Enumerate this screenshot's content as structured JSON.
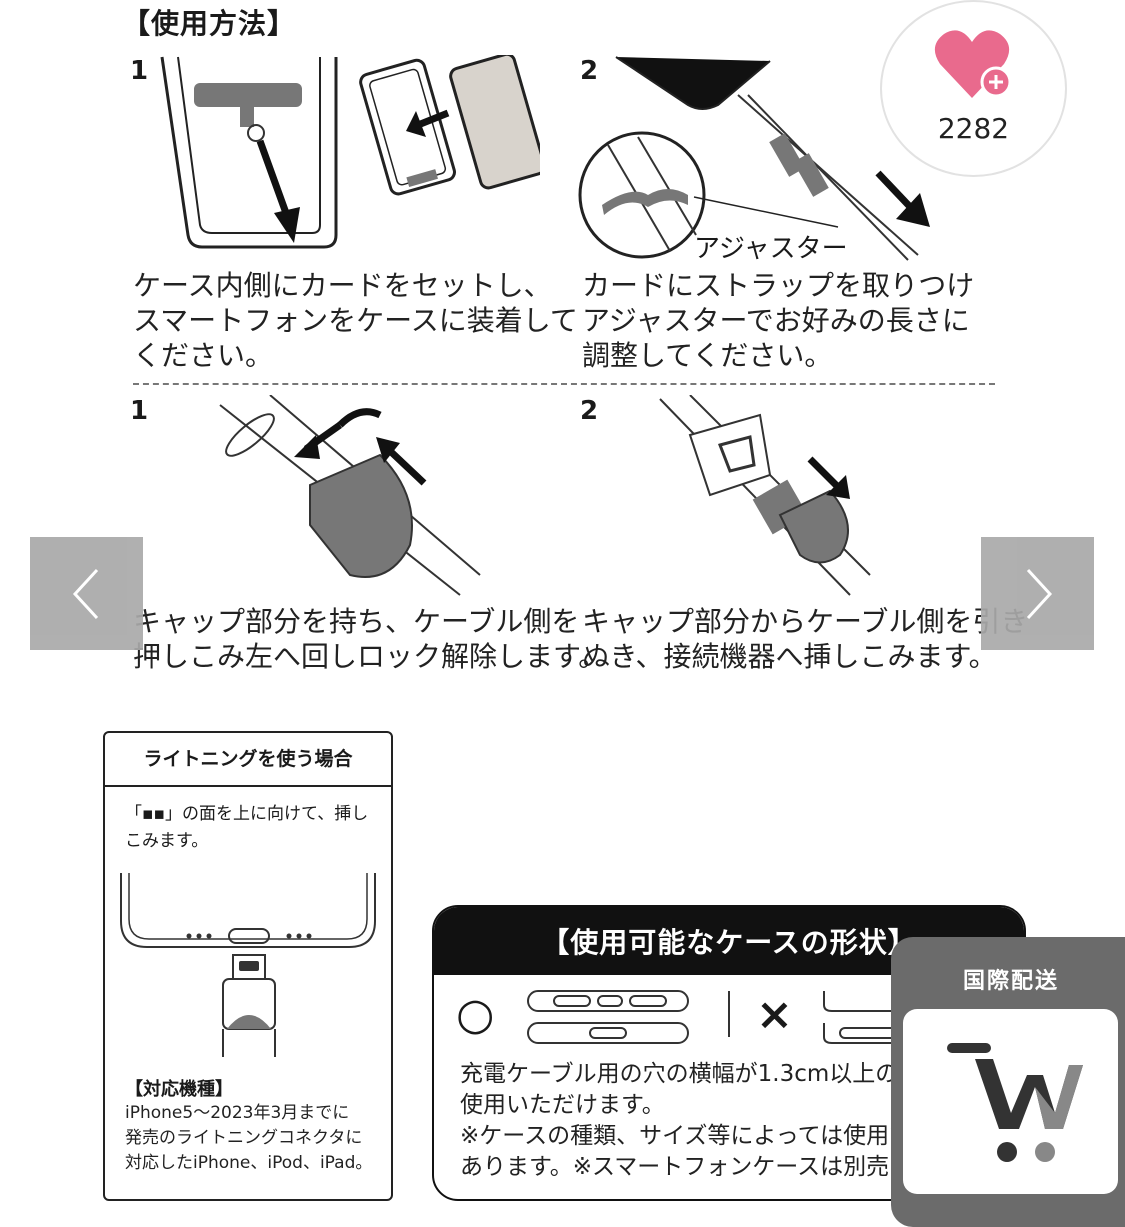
{
  "title": "【使用方法】",
  "steps_top": [
    {
      "num": "1",
      "caption": "ケース内側にカードをセットし、\nスマートフォンをケースに装着して\nください。"
    },
    {
      "num": "2",
      "caption": "カードにストラップを取りつけ\nアジャスターでお好みの長さに\n調整してください。",
      "label": "アジャスター"
    }
  ],
  "steps_bottom": [
    {
      "num": "1",
      "caption": "キャップ部分を持ち、ケーブル側を\n押しこみ左へ回しロック解除します。"
    },
    {
      "num": "2",
      "caption": "キャップ部分からケーブル側を引き\nぬき、接続機器へ挿しこみます。"
    }
  ],
  "like": {
    "count": "2282",
    "icon": "heart-plus-icon",
    "color": "#e96a8d"
  },
  "nav": {
    "prev_icon": "chevron-left-icon",
    "next_icon": "chevron-right-icon"
  },
  "lightning_box": {
    "header": "ライトニングを使う場合",
    "instruction": "「▪▪」の面を上に向けて、挿し\nこみます。",
    "models_title": "【対応機種】",
    "models_text": "iPhone5〜2023年3月までに\n発売のライトニングコネクタに\n対応したiPhone、iPod、iPad。"
  },
  "case_box": {
    "header": "【使用可能なケースの形状】",
    "ok_mark": "○",
    "ng_mark": "×",
    "text": "充電ケーブル用の穴の横幅が1.3cm以上の\n使用いただけます。\n※ケースの種類、サイズ等によっては使用でき\nあります。※スマートフォンケースは別売りで"
  },
  "intl_shipping": {
    "label": "国際配送"
  }
}
